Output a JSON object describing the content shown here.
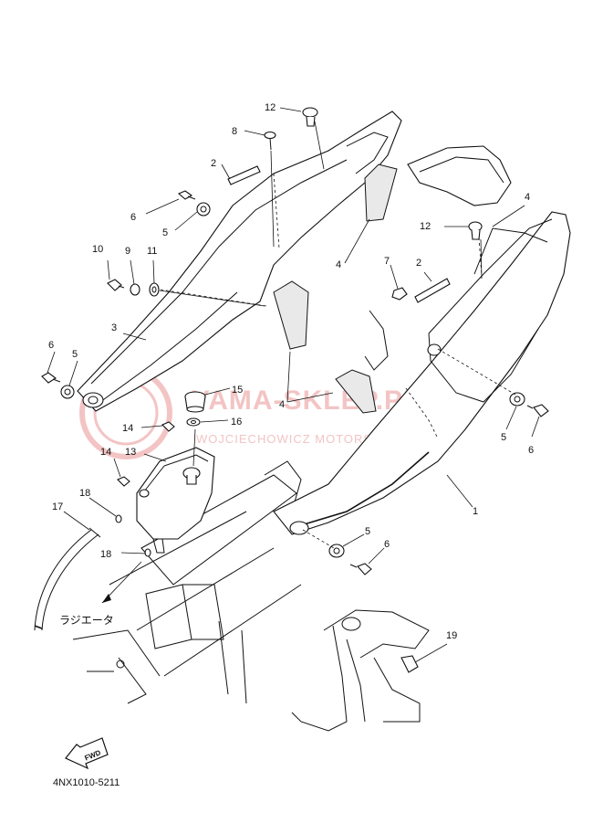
{
  "diagram": {
    "labels": [
      {
        "key": "12a",
        "text": "12"
      },
      {
        "key": "8",
        "text": "8"
      },
      {
        "key": "2a",
        "text": "2"
      },
      {
        "key": "6a",
        "text": "6"
      },
      {
        "key": "5a",
        "text": "5"
      },
      {
        "key": "10",
        "text": "10"
      },
      {
        "key": "9",
        "text": "9"
      },
      {
        "key": "11",
        "text": "11"
      },
      {
        "key": "4a",
        "text": "4"
      },
      {
        "key": "4b",
        "text": "4"
      },
      {
        "key": "12b",
        "text": "12"
      },
      {
        "key": "7",
        "text": "7"
      },
      {
        "key": "2b",
        "text": "2"
      },
      {
        "key": "3",
        "text": "3"
      },
      {
        "key": "6b",
        "text": "6"
      },
      {
        "key": "5b",
        "text": "5"
      },
      {
        "key": "15",
        "text": "15"
      },
      {
        "key": "4c",
        "text": "4"
      },
      {
        "key": "16",
        "text": "16"
      },
      {
        "key": "14a",
        "text": "14"
      },
      {
        "key": "14b",
        "text": "14"
      },
      {
        "key": "13",
        "text": "13"
      },
      {
        "key": "5c",
        "text": "5"
      },
      {
        "key": "6c",
        "text": "6"
      },
      {
        "key": "18a",
        "text": "18"
      },
      {
        "key": "17",
        "text": "17"
      },
      {
        "key": "1",
        "text": "1"
      },
      {
        "key": "5d",
        "text": "5"
      },
      {
        "key": "6d",
        "text": "6"
      },
      {
        "key": "18b",
        "text": "18"
      },
      {
        "key": "19",
        "text": "19"
      }
    ],
    "radiator_note": "ラジエータ",
    "fwd_label": "FWD",
    "drawing_code": "4NX1010-5211"
  },
  "watermark": {
    "brand": "YAMA-SKLEP.PL",
    "sub": "WOJCIECHOWICZ MOTORS YAMAHA",
    "color": "#f3c4c4"
  }
}
